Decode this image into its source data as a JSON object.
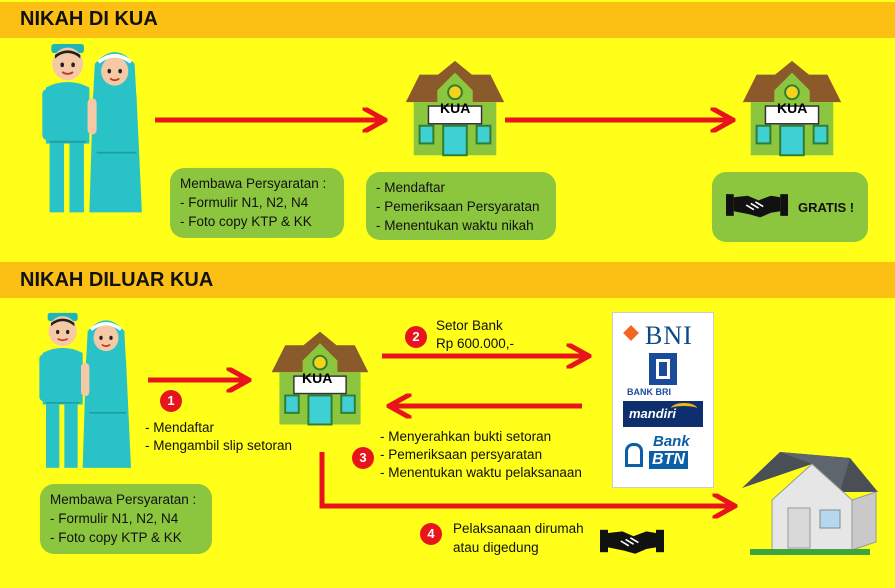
{
  "section1": {
    "title": "NIKAH DI KUA",
    "box1": {
      "line1": "Membawa Persyaratan :",
      "line2": "- Formulir N1, N2, N4",
      "line3": "- Foto copy KTP & KK"
    },
    "box2": {
      "line1": "- Mendaftar",
      "line2": "- Pemeriksaan Persyaratan",
      "line3": "- Menentukan waktu nikah"
    },
    "gratis": "GRATIS !",
    "kua_label": "KUA"
  },
  "section2": {
    "title": "NIKAH DILUAR KUA",
    "kua_label": "KUA",
    "step1": {
      "num": "1",
      "line1": "- Mendaftar",
      "line2": "- Mengambil slip setoran"
    },
    "step2": {
      "num": "2",
      "line1": "Setor Bank",
      "line2": "Rp 600.000,-"
    },
    "step3": {
      "num": "3",
      "line1": "- Menyerahkan bukti setoran",
      "line2": "- Pemeriksaan persyaratan",
      "line3": "- Menentukan waktu pelaksanaan"
    },
    "step4": {
      "num": "4",
      "line1": "Pelaksanaan dirumah",
      "line2": "atau digedung"
    },
    "box": {
      "line1": "Membawa Persyaratan :",
      "line2": "- Formulir N1, N2, N4",
      "line3": "- Foto copy KTP & KK"
    },
    "banks": {
      "bni": "BNI",
      "bri": "BANK BRI",
      "mandiri": "mandiri",
      "btn_top": "Bank",
      "btn_bottom": "BTN"
    }
  },
  "colors": {
    "background": "#ffff1a",
    "bar": "#fcbf14",
    "green": "#8cc63f",
    "arrow": "#e8141b",
    "teal": "#29c3c7"
  }
}
